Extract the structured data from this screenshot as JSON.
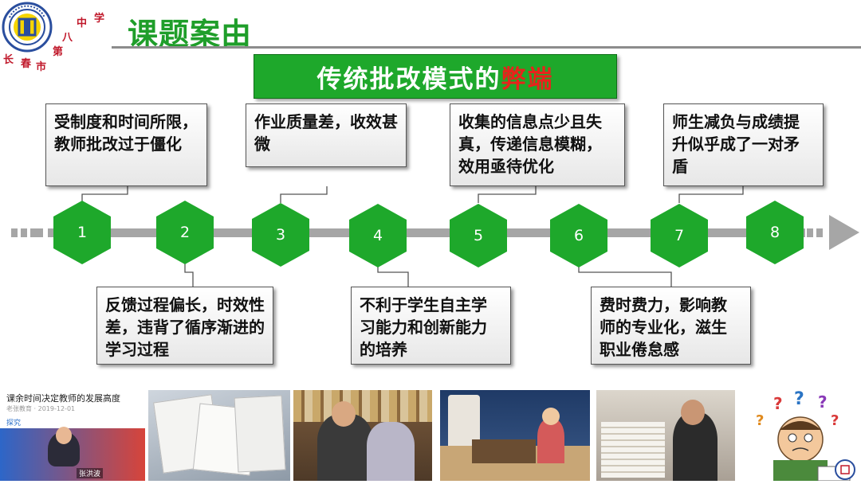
{
  "header": {
    "school_chars": [
      "长",
      "春",
      "市",
      "第",
      "八",
      "中",
      "学"
    ],
    "title": "课题案由"
  },
  "banner": {
    "text_main": "传统批改模式的",
    "text_accent": "弊端"
  },
  "timeline": {
    "nodes": [
      "1",
      "2",
      "3",
      "4",
      "5",
      "6",
      "7",
      "8"
    ],
    "top_boxes": [
      "受制度和时间所限，教师批改过于僵化",
      "作业质量差，收效甚微",
      "收集的信息点少且失真，传递信息模糊，效用亟待优化",
      "师生减负与成绩提升似乎成了一对矛盾"
    ],
    "bottom_boxes": [
      "反馈过程偏长，时效性差，违背了循序渐进的学习过程",
      "不利于学生自主学习能力和创新能力的培养",
      "费时费力，影响教师的专业化，滋生职业倦怠感"
    ]
  },
  "photos": {
    "video_title": "课余时间决定教师的发展高度",
    "video_meta": "老张教育 · 2019-12-01",
    "video_tag": "探究",
    "speaker_tag": "张洪波"
  },
  "colors": {
    "green": "#1ea82b",
    "title_green": "#1f9e2a",
    "accent_red": "#e8231b",
    "school_red": "#c0182a"
  }
}
